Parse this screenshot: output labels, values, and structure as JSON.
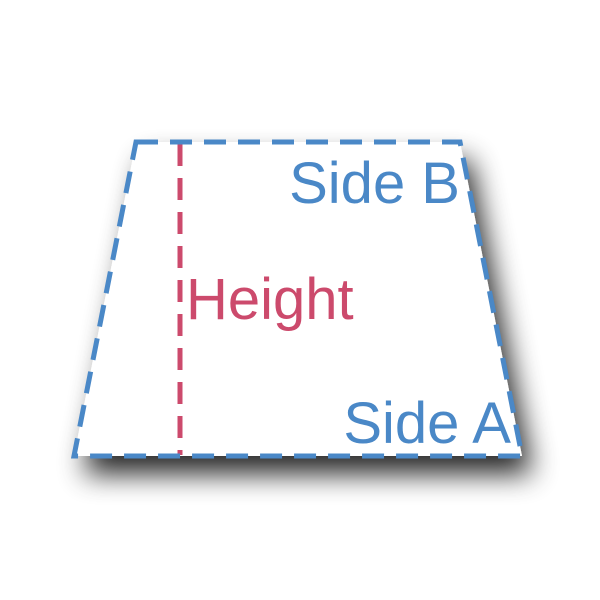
{
  "labels": {
    "side_b": "Side B",
    "height": "Height",
    "side_a": "Side A"
  },
  "colors": {
    "outline": "#4a88c7",
    "height": "#cc4a6c",
    "fill": "#ffffff",
    "shadow": "#000000"
  }
}
